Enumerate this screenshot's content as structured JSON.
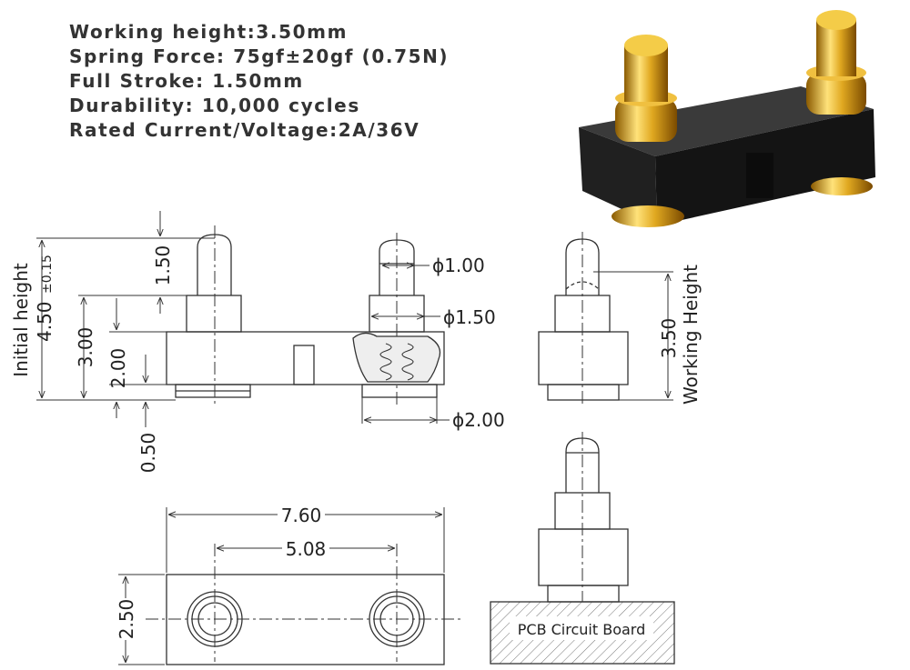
{
  "specs": [
    "Working height:3.50mm",
    "Spring Force: 75gf±20gf (0.75N)",
    "Full Stroke: 1.50mm",
    "Durability: 10,000 cycles",
    "Rated Current/Voltage:2A/36V"
  ],
  "dims": {
    "tip_height": "1.50",
    "pin_dia": "ϕ1.00",
    "sleeve_dia": "ϕ1.50",
    "tail_dia": "ϕ2.00",
    "initial_height_label": "Initial height",
    "initial_height_value": "4.50",
    "initial_height_tol": "±0.15",
    "body_top": "3.00",
    "body_height": "2.00",
    "tail_length": "0.50",
    "working_height_value": "3.50",
    "working_height_label": "Working Height",
    "total_length": "7.60",
    "pitch": "5.08",
    "width": "2.50"
  },
  "pcb_label": "PCB Circuit Board",
  "colors": {
    "line": "#333333",
    "gold": "#d4a017",
    "body": "#1e1e1e"
  }
}
